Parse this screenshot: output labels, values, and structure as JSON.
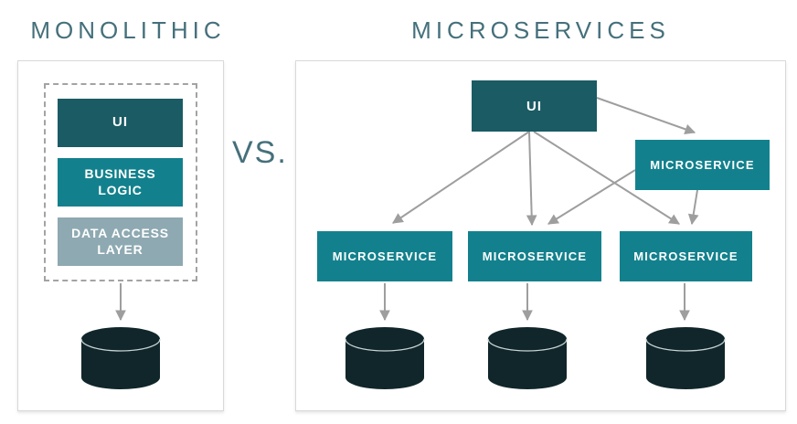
{
  "colors": {
    "accent-dark": "#1A5B64",
    "accent-teal": "#13818D",
    "muted-blue": "#8EA9B1",
    "db-fill": "#10262A",
    "db-rim": "#C8D4D4",
    "arrow": "#9E9E9E",
    "panel-border": "#D9D9D9",
    "dash-border": "#A3A3A3",
    "title": "#45707B"
  },
  "header": {
    "left_title": "MONOLITHIC",
    "versus": "VS.",
    "right_title": "MICROSERVICES"
  },
  "monolithic": {
    "layers": [
      {
        "name": "ui",
        "lines": [
          "UI"
        ]
      },
      {
        "name": "business-logic",
        "lines": [
          "BUSINESS",
          "LOGIC"
        ]
      },
      {
        "name": "data-access-layer",
        "lines": [
          "DATA ACCESS",
          "LAYER"
        ]
      }
    ],
    "database": "database-cylinder"
  },
  "microservices": {
    "ui_label": "UI",
    "services": [
      {
        "name": "microservice-top-right",
        "label": "MICROSERVICE"
      },
      {
        "name": "microservice-bottom-left",
        "label": "MICROSERVICE"
      },
      {
        "name": "microservice-bottom-middle",
        "label": "MICROSERVICE"
      },
      {
        "name": "microservice-bottom-right",
        "label": "MICROSERVICE"
      }
    ],
    "databases": [
      "database-cylinder",
      "database-cylinder",
      "database-cylinder"
    ]
  }
}
